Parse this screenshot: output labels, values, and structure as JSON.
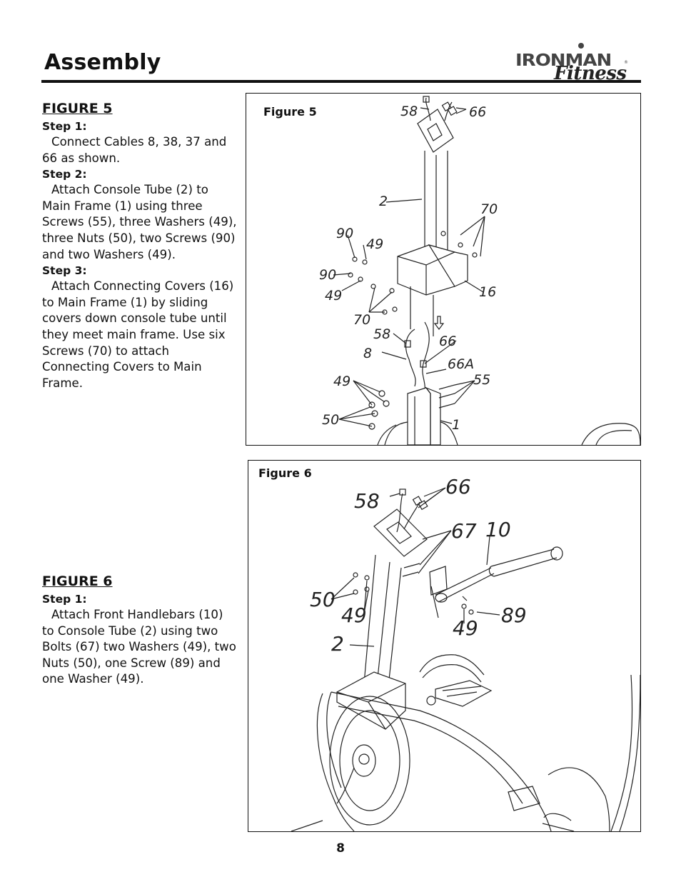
{
  "header": {
    "title": "Assembly",
    "logo_text": "IRONMAN",
    "logo_sub": "Fitness",
    "logo_tm": "®"
  },
  "figure5": {
    "heading": "FIGURE 5",
    "steps": [
      {
        "label": "Step 1:",
        "text": "Connect Cables 8, 38, 37 and 66 as shown."
      },
      {
        "label": "Step 2:",
        "text": "Attach Console Tube (2) to Main Frame (1) using three Screws (55), three Washers (49), three Nuts (50), two Screws (90) and two Washers (49)."
      },
      {
        "label": "Step 3:",
        "text": "Attach Connecting Covers (16) to Main Frame (1) by sliding covers down console tube until they meet main frame.  Use six Screws (70) to attach Connecting Covers to Main Frame."
      }
    ],
    "caption": "Figure 5",
    "callouts": [
      "58",
      "66",
      "2",
      "70",
      "90",
      "49",
      "90",
      "49",
      "16",
      "70",
      "58",
      "66",
      "8",
      "66A",
      "49",
      "55",
      "50",
      "1"
    ]
  },
  "figure6": {
    "heading": "FIGURE 6",
    "steps": [
      {
        "label": "Step 1:",
        "text": "Attach Front Handlebars (10) to Console Tube (2) using two Bolts (67) two Washers (49), two Nuts (50), one Screw (89) and one Washer (49)."
      }
    ],
    "caption": "Figure 6",
    "callouts": [
      "58",
      "66",
      "67",
      "10",
      "50",
      "49",
      "89",
      "49",
      "2"
    ]
  },
  "footer": {
    "page_number": "8"
  }
}
